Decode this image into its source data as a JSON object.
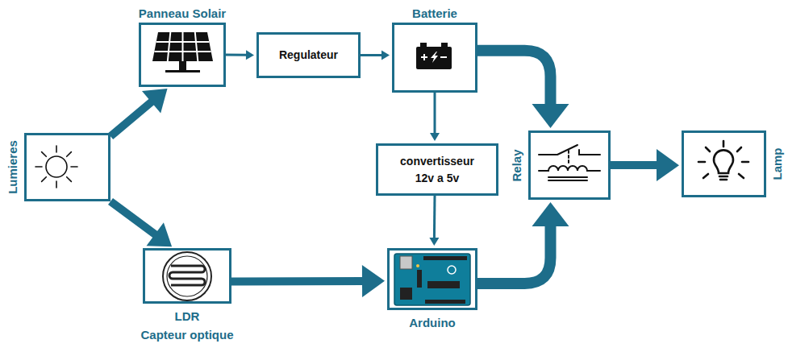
{
  "diagram": {
    "nodes": [
      {
        "text": [
          "Lumieres"
        ]
      },
      {
        "text": [
          "Panneau Solair"
        ]
      },
      {
        "text": [
          "Regulateur"
        ]
      },
      {
        "text": [
          "Batterie"
        ]
      },
      {
        "text": [
          "convertisseur 12v a 5v"
        ]
      },
      {
        "text": [
          "LDR",
          "Capteur optique"
        ]
      },
      {
        "text": [
          "Arduino"
        ]
      },
      {
        "text": [
          "Relay"
        ]
      },
      {
        "text": [
          "Lamp"
        ]
      }
    ],
    "edges": [
      {
        "from": 0,
        "to": 1,
        "arrow": "to"
      },
      {
        "from": 0,
        "to": 5,
        "arrow": "to"
      },
      {
        "from": 1,
        "to": 2,
        "arrow": "to"
      },
      {
        "from": 2,
        "to": 3,
        "arrow": "to"
      },
      {
        "from": 3,
        "to": 4,
        "arrow": "to"
      },
      {
        "from": 3,
        "to": 7,
        "arrow": "to"
      },
      {
        "from": 4,
        "to": 6,
        "arrow": "to"
      },
      {
        "from": 5,
        "to": 6,
        "arrow": "to"
      },
      {
        "from": 6,
        "to": 7,
        "arrow": "to"
      },
      {
        "from": 7,
        "to": 8,
        "arrow": "to"
      }
    ]
  }
}
